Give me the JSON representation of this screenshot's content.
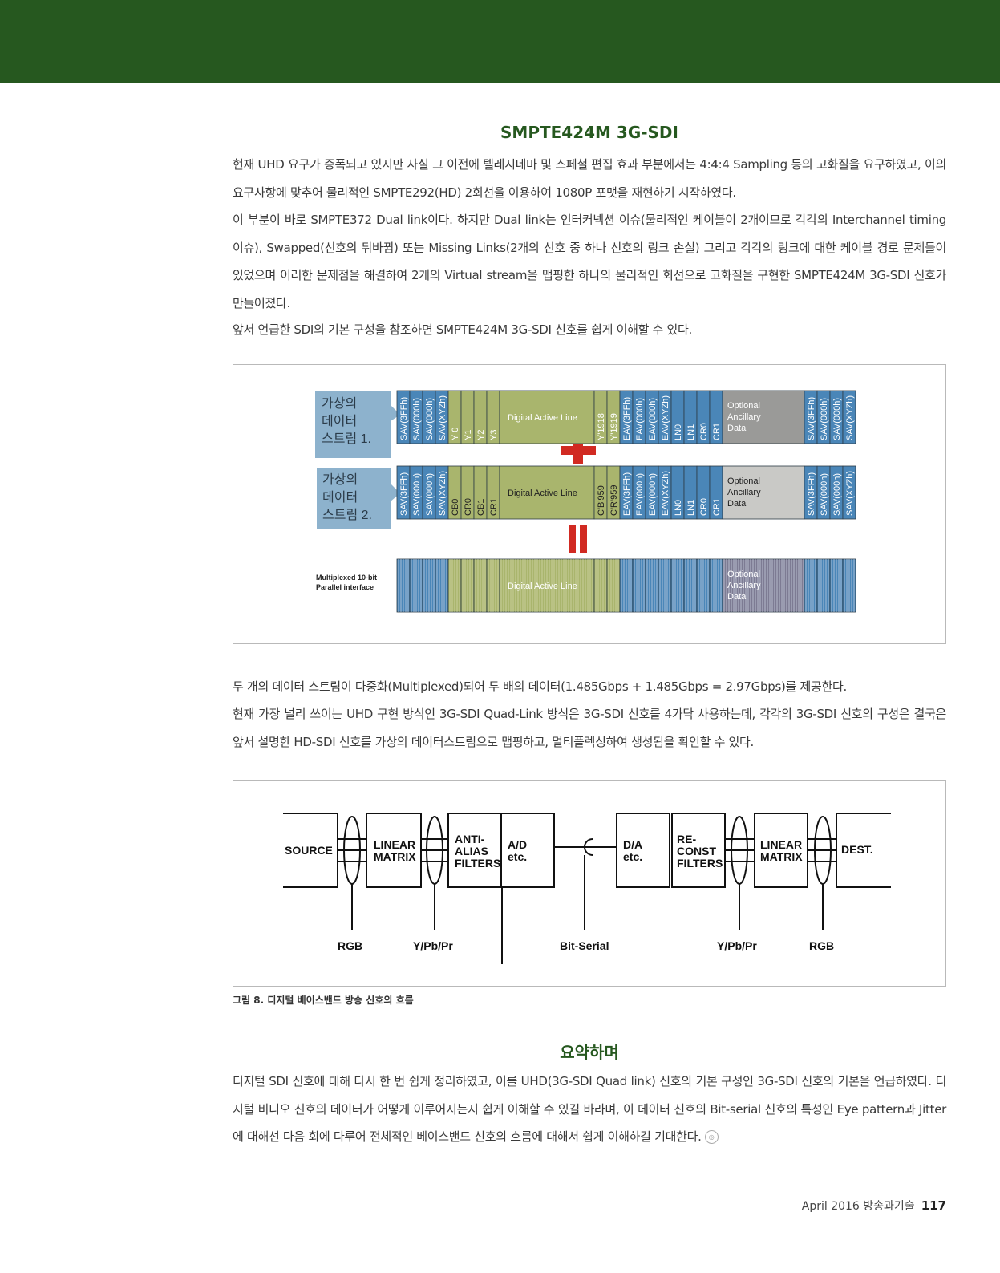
{
  "section1": {
    "title": "SMPTE424M 3G-SDI",
    "paragraphs": [
      "현재 UHD 요구가 증폭되고 있지만 사실 그 이전에 텔레시네마 및 스페셜 편집 효과 부분에서는 4:4:4 Sampling 등의 고화질을 요구하였고, 이의 요구사항에 맞추어 물리적인 SMPTE292(HD) 2회선을 이용하여 1080P 포맷을 재현하기 시작하였다.",
      "이 부분이 바로 SMPTE372 Dual link이다. 하지만 Dual link는 인터커넥션 이슈(물리적인 케이블이 2개이므로 각각의 Interchannel timing 이슈), Swapped(신호의 뒤바뀜) 또는 Missing Links(2개의 신호 중 하나 신호의 링크 손실) 그리고 각각의 링크에 대한 케이블 경로 문제들이 있었으며 이러한 문제점을 해결하여 2개의 Virtual stream을 맵핑한 하나의 물리적인 회선으로 고화질을 구현한 SMPTE424M 3G-SDI 신호가 만들어졌다.",
      "앞서 언급한 SDI의 기본 구성을 참조하면 SMPTE424M 3G-SDI 신호를 쉽게 이해할 수 있다."
    ]
  },
  "figure1": {
    "stream1_label": [
      "가상의",
      "데이터",
      "스트림 1."
    ],
    "stream2_label": [
      "가상의",
      "데이터",
      "스트림 2."
    ],
    "mux_label": [
      "Multiplexed 10-bit",
      "Parallel interface"
    ],
    "row1_cells": [
      "SAV(3FFh)",
      "SAV(000h)",
      "SAV(000h)",
      "SAV(XYZh)",
      "Y 0",
      "Y1",
      "Y2",
      "Y3",
      "Digital Active Line",
      "Y'1918",
      "Y'1919",
      "EAV(3FFh)",
      "EAV(000h)",
      "EAV(000h)",
      "EAV(XYZh)",
      "LN0",
      "LN1",
      "CR0",
      "CR1",
      "Optional Ancillary Data",
      "SAV(3FFh)",
      "SAV(000h)",
      "SAV(000h)",
      "SAV(XYZh)"
    ],
    "row2_cells": [
      "SAV(3FFh)",
      "SAV(000h)",
      "SAV(000h)",
      "SAV(XYZh)",
      "CB0",
      "CR0",
      "CB1",
      "CR1",
      "Digital Active Line",
      "C'B'959",
      "C'R'959",
      "EAV(3FFh)",
      "EAV(000h)",
      "EAV(000h)",
      "EAV(XYZh)",
      "LN0",
      "LN1",
      "CR0",
      "CR1",
      "Optional Ancillary Data",
      "SAV(3FFh)",
      "SAV(000h)",
      "SAV(000h)",
      "SAV(XYZh)"
    ],
    "row3_active": "Digital Active Line",
    "row3_optional": "Optional Ancillary Data",
    "colors": {
      "blue": "#4a86b8",
      "olive": "#a9b56d",
      "gray": "#9a9a98",
      "light_gray": "#c9c9c6",
      "callout": "#8db2cd",
      "red": "#d12a22"
    }
  },
  "section1b": {
    "paragraphs": [
      "두 개의 데이터 스트림이 다중화(Multiplexed)되어 두 배의 데이터(1.485Gbps + 1.485Gbps = 2.97Gbps)를 제공한다.",
      "현재 가장 널리 쓰이는 UHD 구현 방식인 3G-SDI Quad-Link 방식은 3G-SDI 신호를 4가닥 사용하는데, 각각의 3G-SDI 신호의 구성은 결국은 앞서 설명한 HD-SDI 신호를 가상의 데이터스트림으로 맵핑하고, 멀티플렉싱하여 생성됨을 확인할 수 있다."
    ]
  },
  "figure2": {
    "source": "SOURCE",
    "linear_matrix": [
      "LINEAR",
      "MATRIX"
    ],
    "anti_alias": [
      "ANTI-",
      "ALIAS",
      "FILTERS"
    ],
    "ad": [
      "A/D",
      "etc."
    ],
    "da": [
      "D/A",
      "etc."
    ],
    "reconst": [
      "RE-",
      "CONST",
      "FILTERS"
    ],
    "linear_matrix2": [
      "LINEAR",
      "MATRIX"
    ],
    "dest": "DEST.",
    "labels": [
      "RGB",
      "Y/Pb/Pr",
      "Bit-Serial",
      "Y/Pb/Pr",
      "RGB"
    ],
    "caption": "그림 8. 디지털 베이스밴드 방송 신호의 흐름"
  },
  "section2": {
    "title": "요약하며",
    "paragraph": "디지털 SDI 신호에 대해 다시 한 번 쉽게 정리하였고, 이를 UHD(3G-SDI Quad link) 신호의 기본 구성인 3G-SDI 신호의 기본을 언급하였다. 디지털 비디오 신호의 데이터가 어떻게 이루어지는지 쉽게 이해할 수 있길 바라며, 이 데이터 신호의 Bit-serial 신호의 특성인 Eye pattern과 Jitter에 대해선 다음 회에 다루어 전체적인 베이스밴드 신호의 흐름에 대해서 쉽게 이해하길 기대한다."
  },
  "footer": {
    "issue": "April 2016 방송과기술",
    "page": "117"
  }
}
